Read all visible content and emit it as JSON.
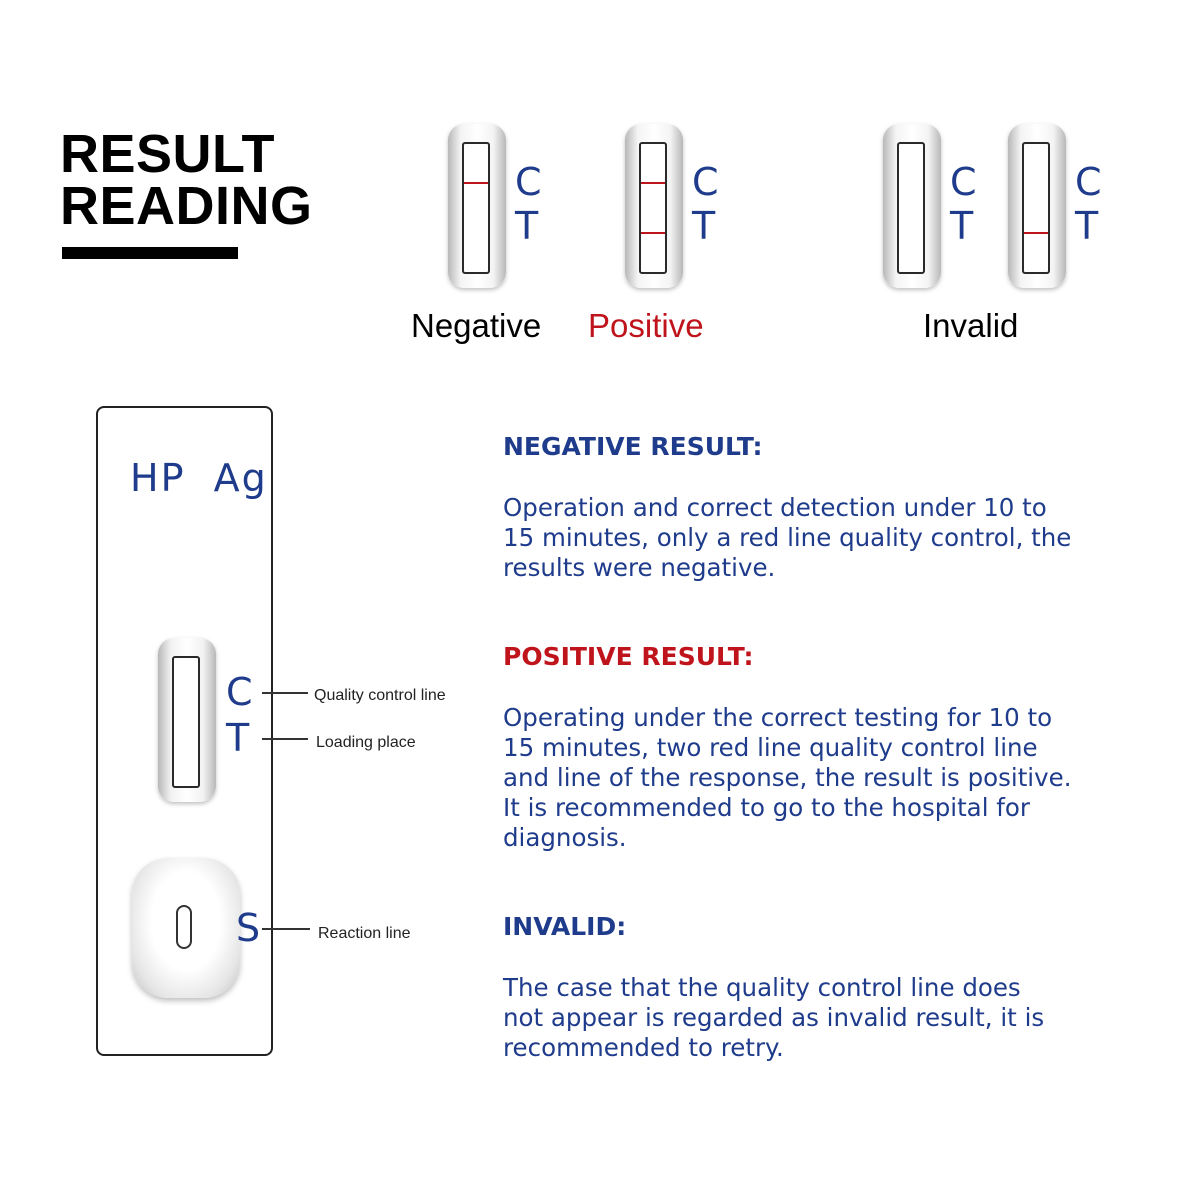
{
  "title": {
    "line1": "RESULT",
    "line2": "READING"
  },
  "strip_labels": {
    "c": "C",
    "t": "T"
  },
  "captions": {
    "negative": "Negative",
    "positive": "Positive",
    "invalid": "Invalid"
  },
  "cassette": {
    "name": "HP  Ag",
    "c_label": "C",
    "t_label": "T",
    "s_label": "S",
    "quality_control_line": "Quality control line",
    "loading_place": "Loading place",
    "reaction_line": "Reaction line"
  },
  "sections": {
    "negative": {
      "heading": "NEGATIVE RESULT:",
      "lines": [
        "Operation and correct detection under 10 to",
        "15 minutes, only a red line quality control, the",
        "results were negative."
      ]
    },
    "positive": {
      "heading": "POSITIVE RESULT:",
      "lines": [
        "Operating under the correct testing for 10 to",
        "15 minutes, two red line quality control line",
        "and line of the response, the result is positive.",
        "It is recommended to go to the hospital for",
        "diagnosis."
      ]
    },
    "invalid": {
      "heading": "INVALID:",
      "lines": [
        "The case that the quality control line does",
        "not appear is regarded as invalid result, it is",
        "recommended to retry."
      ]
    }
  },
  "colors": {
    "blue": "#1f3c8c",
    "red": "#c0141c",
    "black": "#000000"
  }
}
